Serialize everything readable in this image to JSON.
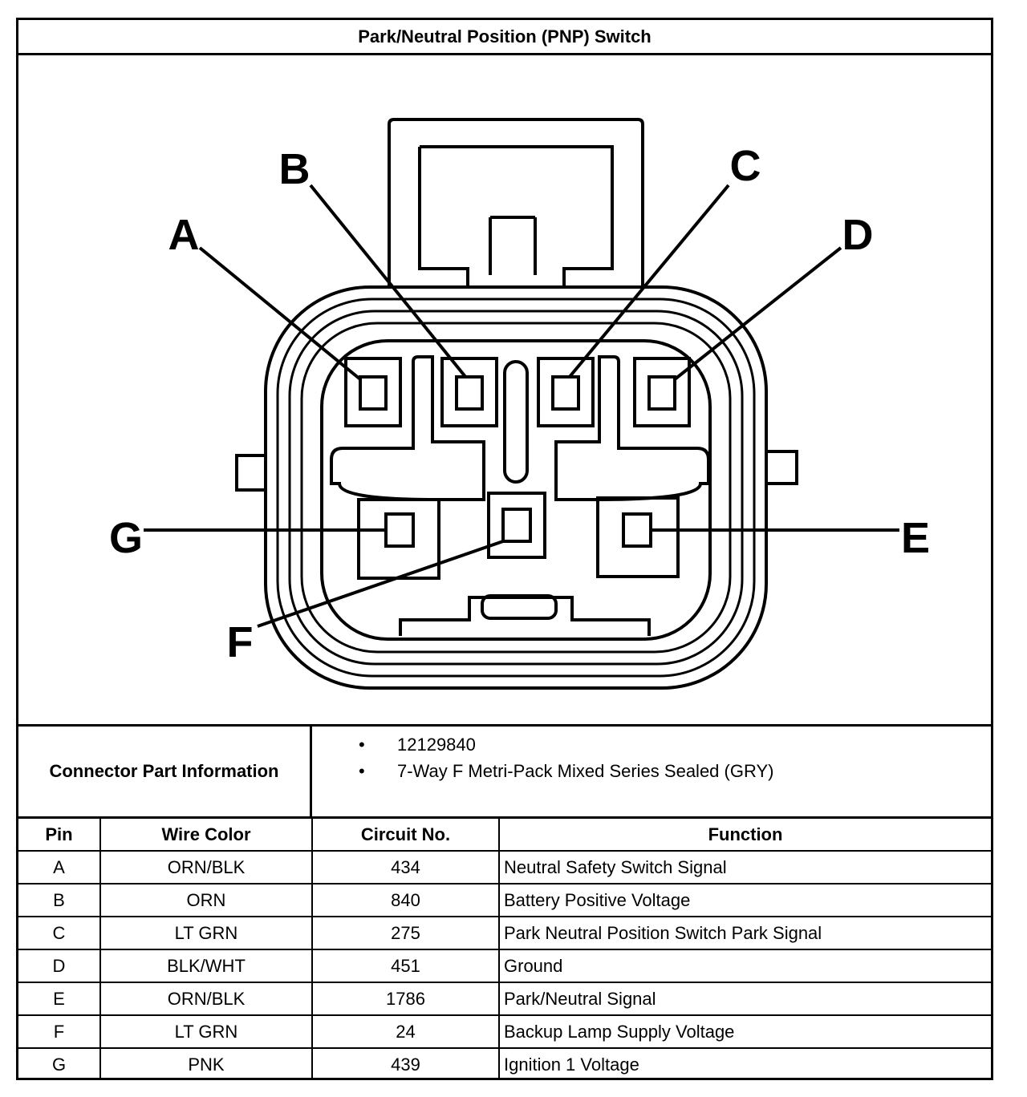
{
  "title": "Park/Neutral Position (PNP) Switch",
  "pin_labels": [
    "A",
    "B",
    "C",
    "D",
    "E",
    "F",
    "G"
  ],
  "connector": {
    "label": "Connector Part Information",
    "items": [
      "12129840",
      "7-Way F Metri-Pack Mixed Series Sealed (GRY)"
    ]
  },
  "table": {
    "headers": [
      "Pin",
      "Wire Color",
      "Circuit No.",
      "Function"
    ],
    "rows": [
      {
        "pin": "A",
        "color": "ORN/BLK",
        "circuit": "434",
        "function": "Neutral Safety Switch Signal"
      },
      {
        "pin": "B",
        "color": "ORN",
        "circuit": "840",
        "function": "Battery Positive Voltage"
      },
      {
        "pin": "C",
        "color": "LT GRN",
        "circuit": "275",
        "function": "Park Neutral Position Switch Park Signal"
      },
      {
        "pin": "D",
        "color": "BLK/WHT",
        "circuit": "451",
        "function": "Ground"
      },
      {
        "pin": "E",
        "color": "ORN/BLK",
        "circuit": "1786",
        "function": "Park/Neutral Signal"
      },
      {
        "pin": "F",
        "color": "LT GRN",
        "circuit": "24",
        "function": "Backup Lamp Supply Voltage"
      },
      {
        "pin": "G",
        "color": "PNK",
        "circuit": "439",
        "function": "Ignition 1 Voltage"
      }
    ]
  }
}
